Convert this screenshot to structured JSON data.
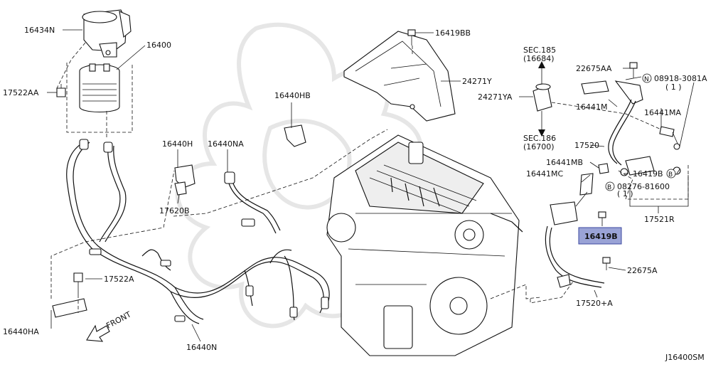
{
  "diagram_id": "J16400SM",
  "front_label": "FRONT",
  "labels": {
    "p16434N": "16434N",
    "p16400": "16400",
    "p17522AA": "17522AA",
    "p16440HB": "16440HB",
    "p16440H": "16440H",
    "p16440NA": "16440NA",
    "p17620B": "17620B",
    "p17522A": "17522A",
    "p16440HA": "16440HA",
    "p16440N": "16440N",
    "p16419BB": "16419BB",
    "p24271Y": "24271Y",
    "p24271YA": "24271YA",
    "sec185": "SEC.185",
    "sec185_sub": "(16684)",
    "sec186": "SEC.186",
    "sec186_sub": "(16700)",
    "p22675AA": "22675AA",
    "n08918": "08918-3081A",
    "n08918_qty": "( 1 )",
    "p16441M": "16441M",
    "p16441MA": "16441MA",
    "p17520": "17520",
    "p16441MB": "16441MB",
    "p16441MC": "16441MC",
    "p16419B_a": "16419B",
    "b08276": "08276-81600",
    "b08276_qty": "( 1 )",
    "p17521R": "17521R",
    "p16419B_hl": "16419B",
    "p22675A": "22675A",
    "p17520A": "17520+A",
    "sym_n": "N",
    "sym_b1": "B",
    "sym_b2": "B"
  },
  "colors": {
    "highlight_fill": "#9aa3d6",
    "line": "#111111"
  }
}
